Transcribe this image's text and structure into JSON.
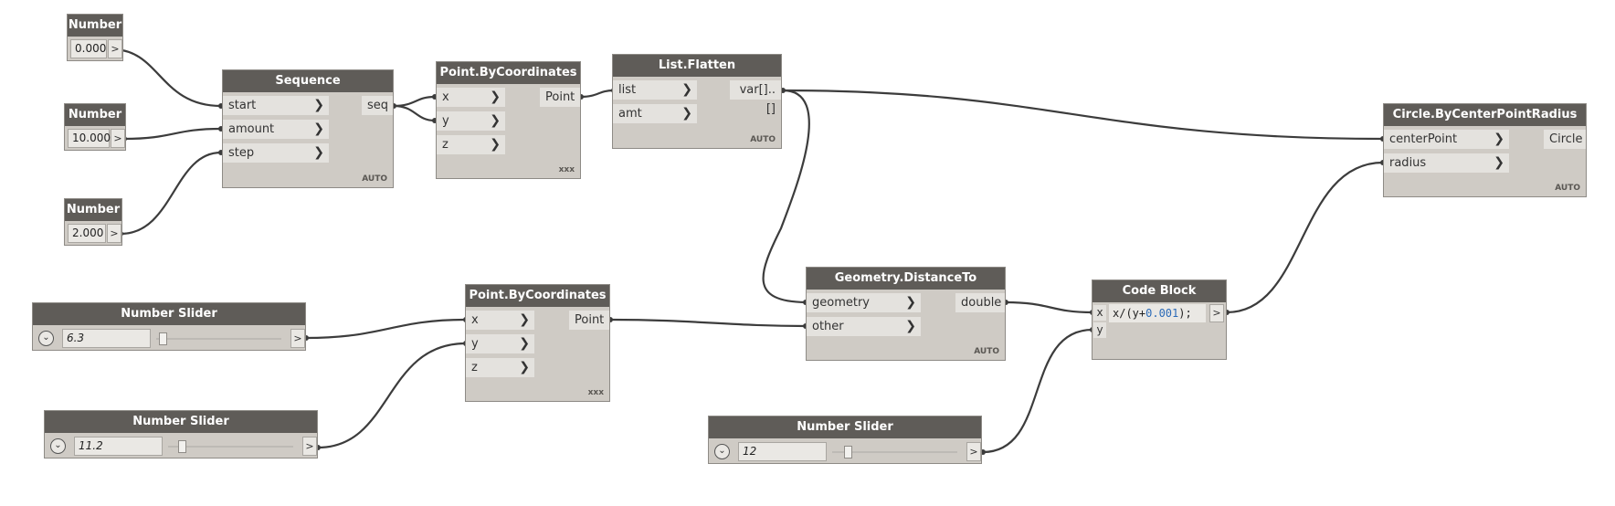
{
  "numbers": [
    {
      "title": "Number",
      "value": "0.000",
      "out": ">"
    },
    {
      "title": "Number",
      "value": "10.000",
      "out": ">"
    },
    {
      "title": "Number",
      "value": "2.000",
      "out": ">"
    }
  ],
  "sequence": {
    "title": "Sequence",
    "inputs": [
      "start",
      "amount",
      "step"
    ],
    "output": "seq",
    "lacing": "AUTO"
  },
  "point1": {
    "title": "Point.ByCoordinates",
    "inputs": [
      "x",
      "y",
      "z"
    ],
    "output": "Point",
    "lacing": "xxx"
  },
  "flatten": {
    "title": "List.Flatten",
    "inputs": [
      "list",
      "amt"
    ],
    "output": "var[]..[]",
    "lacing": "AUTO"
  },
  "circle": {
    "title": "Circle.ByCenterPointRadius",
    "inputs": [
      "centerPoint",
      "radius"
    ],
    "output": "Circle",
    "lacing": "AUTO"
  },
  "sliders": [
    {
      "title": "Number Slider",
      "value": "6.3",
      "level": 0.06,
      "toggle": "⌄",
      "out": ">"
    },
    {
      "title": "Number Slider",
      "value": "11.2",
      "level": 0.11,
      "toggle": "⌄",
      "out": ">"
    },
    {
      "title": "Number Slider",
      "value": "12",
      "level": 0.12,
      "toggle": "⌄",
      "out": ">"
    }
  ],
  "point2": {
    "title": "Point.ByCoordinates",
    "inputs": [
      "x",
      "y",
      "z"
    ],
    "output": "Point",
    "lacing": "xxx"
  },
  "distance": {
    "title": "Geometry.DistanceTo",
    "inputs": [
      "geometry",
      "other"
    ],
    "output": "double",
    "lacing": "AUTO"
  },
  "codeblock": {
    "title": "Code Block",
    "inputs": [
      "x",
      "y"
    ],
    "code_a": "x/(y+",
    "code_num": "0.001",
    "code_b": ");",
    "out": ">"
  },
  "colors": {
    "header": "#5f5c58",
    "body": "#cfcbc5",
    "wire": "#3c3c3c",
    "code_number": "#2a6ab7"
  }
}
